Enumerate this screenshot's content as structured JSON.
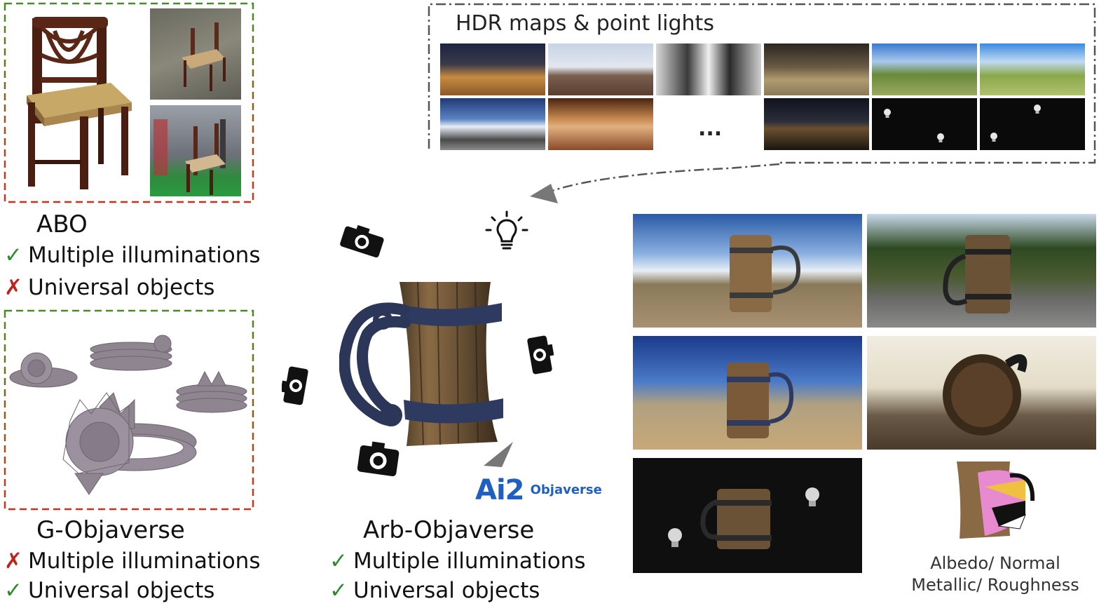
{
  "abo": {
    "title": "ABO",
    "features": [
      {
        "mark": "✓",
        "label": "Multiple illuminations",
        "ok": true
      },
      {
        "mark": "✗",
        "label": "Universal objects",
        "ok": false
      }
    ]
  },
  "gobjaverse": {
    "title": "G-Objaverse",
    "features": [
      {
        "mark": "✗",
        "label": "Multiple illuminations",
        "ok": false
      },
      {
        "mark": "✓",
        "label": "Universal objects",
        "ok": true
      }
    ]
  },
  "arbobjaverse": {
    "title": "Arb-Objaverse",
    "features": [
      {
        "mark": "✓",
        "label": "Multiple illuminations",
        "ok": true
      },
      {
        "mark": "✓",
        "label": "Universal objects",
        "ok": true
      }
    ]
  },
  "hdr": {
    "title": "HDR maps & point lights",
    "ellipsis": "..."
  },
  "logo": {
    "brand": "Ai2",
    "product": "Objaverse"
  },
  "material": {
    "line1": "Albedo/ Normal",
    "line2": "Metallic/ Roughness"
  },
  "colors": {
    "check": "#2e8b2e",
    "cross": "#c0221e",
    "dash_green": "#4a8a2a",
    "dash_red": "#c8321e",
    "arrow": "#777777",
    "logo_blue": "#1f5fbf"
  }
}
